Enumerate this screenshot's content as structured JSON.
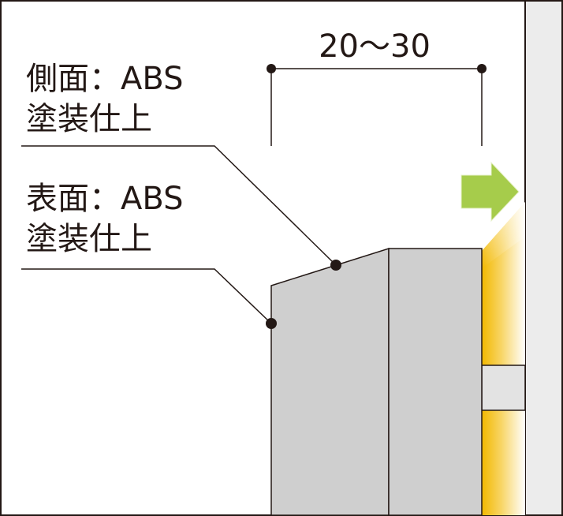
{
  "dimension": {
    "text": "20～30"
  },
  "callouts": [
    {
      "line1": "側面：ABS",
      "line2": "塗装仕上"
    },
    {
      "line1": "表面：ABS",
      "line2": "塗装仕上"
    }
  ],
  "colors": {
    "outline": "#231815",
    "body_fill": "#cfcfcf",
    "wall_fill": "#ececec",
    "arrow_fill": "#a6cc4b",
    "light_glow": "#f2b800"
  },
  "icons": {
    "light_direction": "right-arrow-icon"
  }
}
